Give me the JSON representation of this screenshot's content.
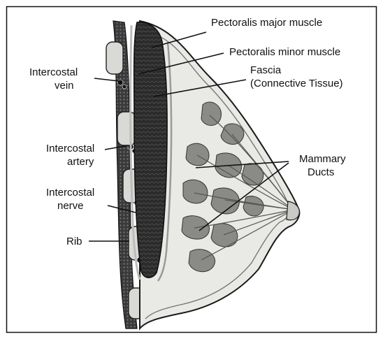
{
  "figure": {
    "labels": {
      "pectoralis_major": "Pectoralis major muscle",
      "pectoralis_minor": "Pectoralis minor muscle",
      "fascia_line1": "Fascia",
      "fascia_line2": "(Connective Tissue)",
      "intercostal_vein_line1": "Intercostal",
      "intercostal_vein_line2": "vein",
      "intercostal_artery_line1": "Intercostal",
      "intercostal_artery_line2": "artery",
      "intercostal_nerve_line1": "Intercostal",
      "intercostal_nerve_line2": "nerve",
      "rib": "Rib",
      "mammary_ducts_line1": "Mammary",
      "mammary_ducts_line2": "Ducts"
    },
    "colors": {
      "muscle": "#2b2b2b",
      "outline": "#1a1a1a",
      "tissue": "#e9e9e6",
      "skin": "#cfcfcc"
    }
  }
}
